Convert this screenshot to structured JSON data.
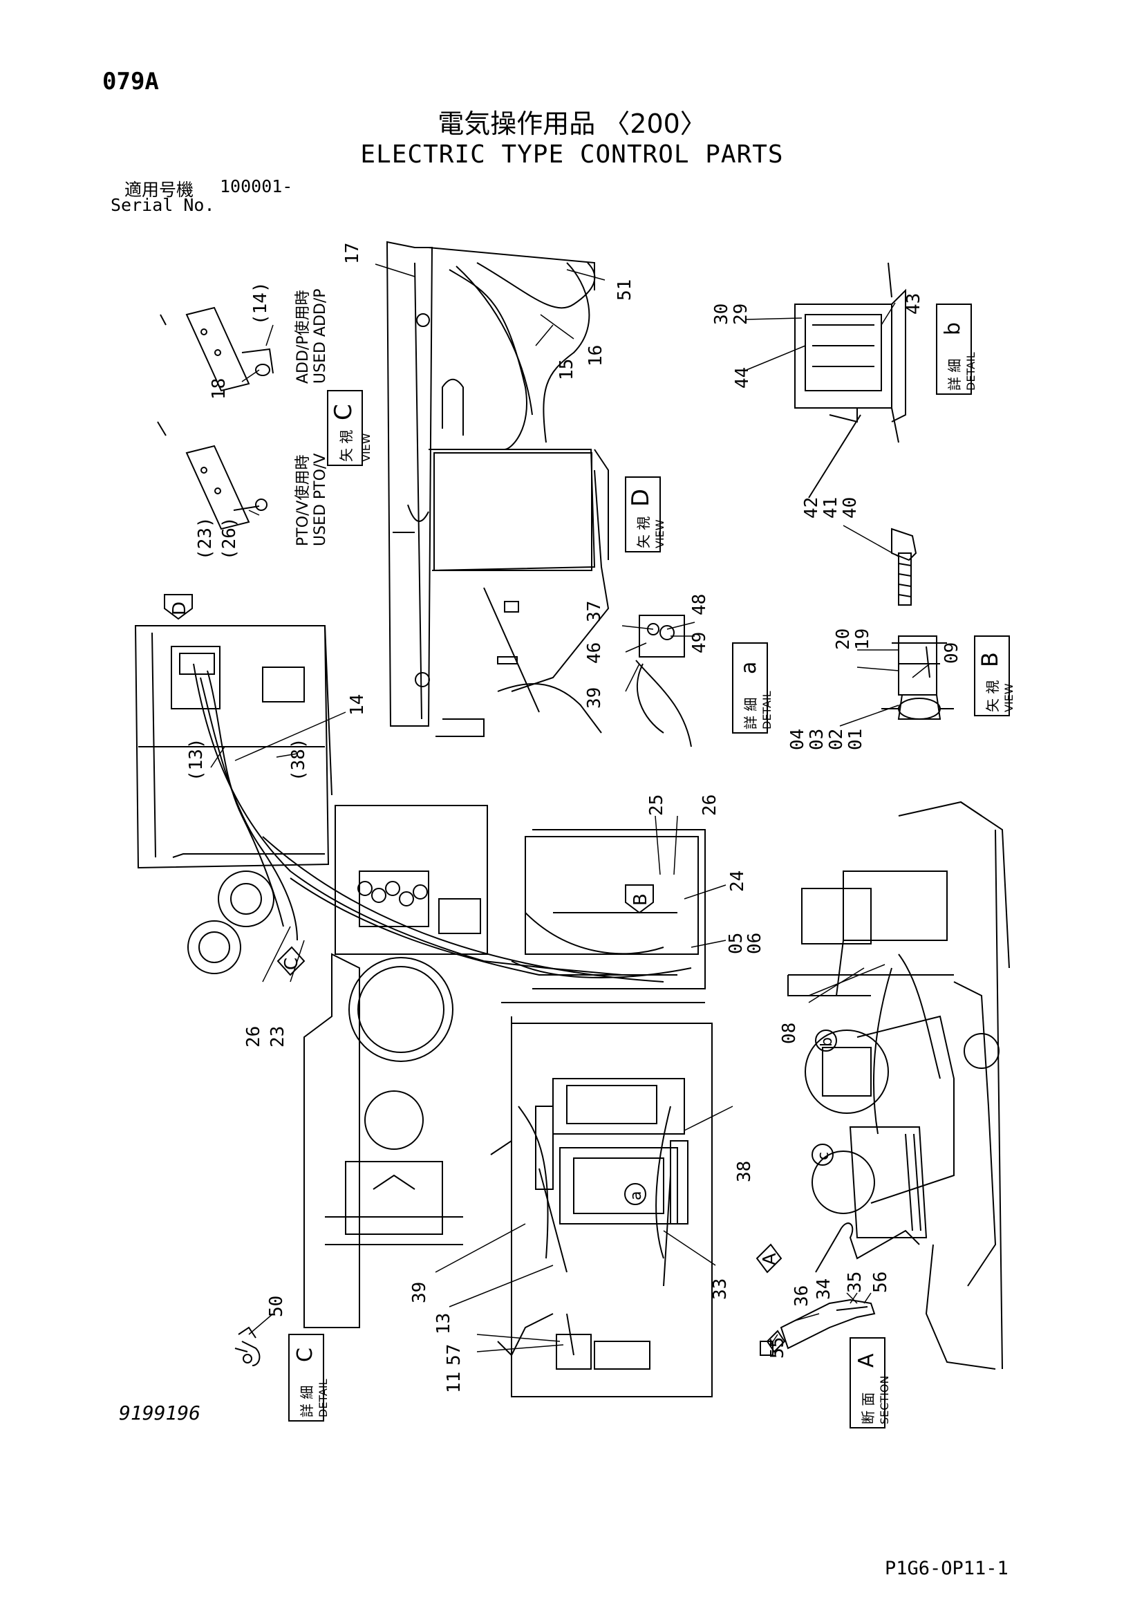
{
  "header": {
    "page_code": "079A",
    "title_jp": "電気操作用品 〈200〉",
    "title_en": "ELECTRIC TYPE CONTROL PARTS",
    "serial_label_jp": "適用号機",
    "serial_value": "100001-",
    "serial_label_en": "Serial No."
  },
  "footer": {
    "drawing_number": "9199196",
    "page_reference": "P1G6-OP11-1"
  },
  "views": {
    "view_c": {
      "jp": "矢 視",
      "en": "VIEW",
      "letter": "C"
    },
    "view_d": {
      "jp": "矢 視",
      "en": "VIEW",
      "letter": "D"
    },
    "view_b": {
      "jp": "矢 視",
      "en": "VIEW",
      "letter": "B"
    },
    "detail_a": {
      "jp": "詳 細",
      "en": "DETAIL",
      "letter": "a"
    },
    "detail_b": {
      "jp": "詳 細",
      "en": "DETAIL",
      "letter": "b"
    },
    "detail_c": {
      "jp": "詳 細",
      "en": "DETAIL",
      "letter": "C"
    },
    "section_a": {
      "jp": "断 面",
      "en": "SECTION",
      "letter": "A"
    }
  },
  "notes": {
    "add_p_jp": "ADD/P使用時",
    "add_p_en": "USED ADD/P",
    "pto_v_jp": "PTO/V使用時",
    "pto_v_en": "USED PTO/V"
  },
  "markers": {
    "D": "D",
    "B": "B",
    "C": "C",
    "A": "A",
    "a": "a",
    "b": "b",
    "c": "c"
  },
  "callouts": {
    "c17": "17",
    "c51": "51",
    "c16": "16",
    "c15": "15",
    "c14a": "(14)",
    "c18": "18",
    "c23a": "(23)",
    "c26a": "(26)",
    "c30": "30",
    "c29": "29",
    "c43": "43",
    "c44": "44",
    "c42": "42",
    "c41": "41",
    "c40": "40",
    "c37": "37",
    "c46": "46",
    "c48": "48",
    "c49": "49",
    "c39a": "39",
    "c20": "20",
    "c19": "19",
    "c09": "09",
    "c04": "04",
    "c03": "03",
    "c02": "02",
    "c01": "01",
    "c13a": "(13)",
    "c14": "14",
    "c38a": "(38)",
    "c25": "25",
    "c26b": "26",
    "c24": "24",
    "c05": "05",
    "c06": "06",
    "c26": "26",
    "c23": "23",
    "c08": "08",
    "c38": "38",
    "c39": "39",
    "c13": "13",
    "c33": "33",
    "c57": "57",
    "c11": "11",
    "c50": "50",
    "c36": "36",
    "c34": "34",
    "c35": "35",
    "c56": "56",
    "c55": "55"
  }
}
